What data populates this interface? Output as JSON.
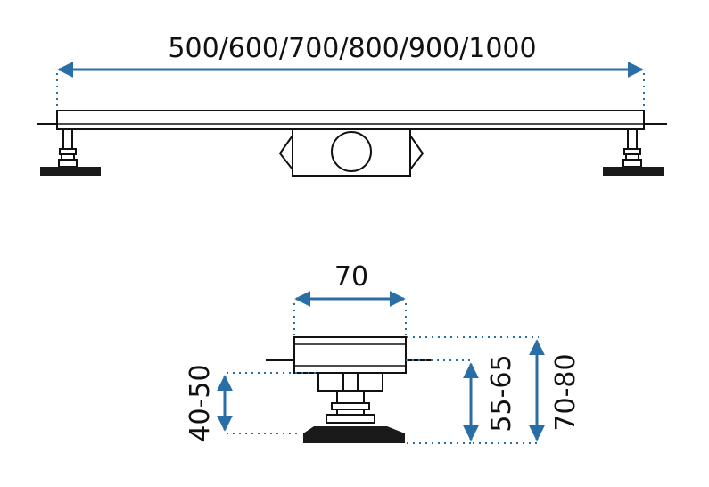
{
  "drawing": {
    "front_view": {
      "length_label": "500/600/700/800/900/1000"
    },
    "side_view": {
      "width_label": "70",
      "foot_height_label": "40-50",
      "body_height_label": "55-65",
      "total_height_label": "70-80"
    }
  },
  "colors": {
    "dimension_arrow": "#2a6ea6",
    "line": "#111111",
    "fill_dark": "#1a1a1a"
  }
}
